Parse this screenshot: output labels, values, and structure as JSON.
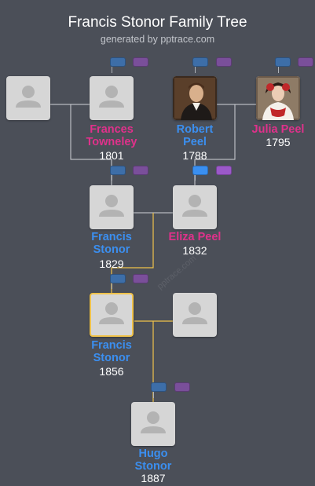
{
  "header": {
    "title": "Francis Stonor Family Tree",
    "subtitle": "generated by pptrace.com"
  },
  "watermark": "pptrace.com",
  "colors": {
    "background": "#4b4f58",
    "male": "#3b8ff0",
    "female": "#e0318b",
    "highlight_line": "#f0c24a",
    "line": "#d0d3d8"
  },
  "people": {
    "unknown_father_of_frances": {
      "name": "",
      "year": ""
    },
    "frances_towneley": {
      "name_line1": "Frances",
      "name_line2": "Towneley",
      "year": "1801",
      "gender": "female"
    },
    "robert_peel": {
      "name_line1": "Robert",
      "name_line2": "Peel",
      "year": "1788",
      "gender": "male",
      "photo": true
    },
    "julia_peel": {
      "name": "Julia Peel",
      "year": "1795",
      "gender": "female",
      "photo": true
    },
    "francis_stonor_1829": {
      "name_line1": "Francis",
      "name_line2": "Stonor",
      "year": "1829",
      "gender": "male"
    },
    "eliza_peel": {
      "name": "Eliza Peel",
      "year": "1832",
      "gender": "female"
    },
    "francis_stonor_1856": {
      "name_line1": "Francis",
      "name_line2": "Stonor",
      "year": "1856",
      "gender": "male",
      "selected": true
    },
    "unknown_spouse": {
      "name": "",
      "year": ""
    },
    "hugo_stonor": {
      "name_line1": "Hugo",
      "name_line2": "Stonor",
      "year": "1887",
      "gender": "male"
    }
  }
}
